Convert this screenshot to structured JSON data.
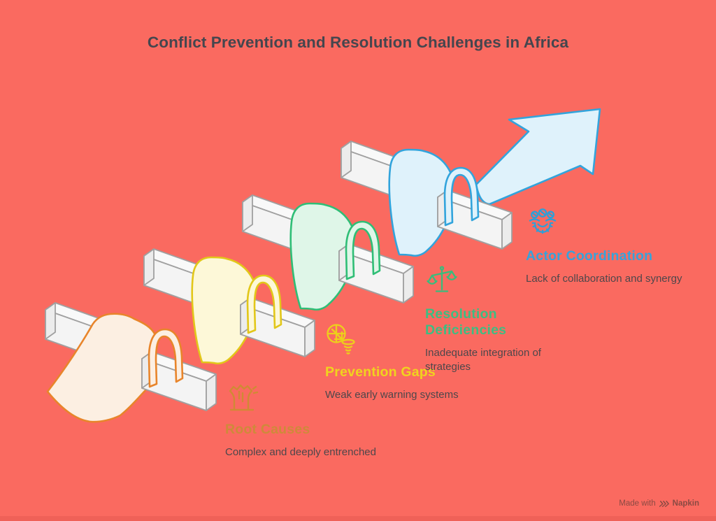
{
  "title": "Conflict Prevention and Resolution Challenges in Africa",
  "colors": {
    "background": "#FA6A60",
    "title_text": "#45464E",
    "description_text": "#4D474B",
    "bar_top": "#F9F9F9",
    "bar_front": "#F4F4F4",
    "bar_cap": "#ECECEC",
    "bar_stroke": "#A0A0A0",
    "footer_text": "#8A4A43",
    "bottom_strip": "#EF6158"
  },
  "stages": [
    {
      "id": "root-causes",
      "heading": "Root Causes",
      "description": "Complex and deeply entrenched",
      "icon": "tree-stump-icon",
      "ribbon_fill": "#FCEFE2",
      "ribbon_stroke": "#E8852B",
      "heading_color": "#CE8A3A",
      "icon_color": "#D08A35"
    },
    {
      "id": "prevention-gaps",
      "heading": "Prevention Gaps",
      "description": "Weak early warning systems",
      "icon": "radar-tornado-icon",
      "ribbon_fill": "#FDF8D8",
      "ribbon_stroke": "#E2C719",
      "heading_color": "#F0D31E",
      "icon_color": "#EDCF1B"
    },
    {
      "id": "resolution-deficiencies",
      "heading": "Resolution Deficiencies",
      "description": "Inadequate integration of strategies",
      "icon": "balance-scale-icon",
      "ribbon_fill": "#DFF6E8",
      "ribbon_stroke": "#2FBE76",
      "heading_color": "#3EBD82",
      "icon_color": "#3ABC7C"
    },
    {
      "id": "actor-coordination",
      "heading": "Actor Coordination",
      "description": "Lack of collaboration and synergy",
      "icon": "team-gear-icon",
      "ribbon_fill": "#DFF2FB",
      "ribbon_stroke": "#32A4DC",
      "heading_color": "#36A3DB",
      "icon_color": "#2E9FD8"
    }
  ],
  "footer": {
    "made_with": "Made with",
    "brand": "Napkin",
    "logo_icon": "napkin-chevrons-icon"
  }
}
